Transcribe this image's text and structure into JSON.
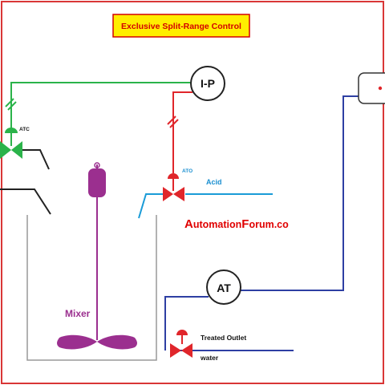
{
  "title": "Exclusive Split-Range Control",
  "ip_label": "I-P",
  "at_label": "AT",
  "atc_label": "ATC",
  "ato_label": "ATO",
  "acid_label": "Acid",
  "mixer_label": "Mixer",
  "watermark_a": "A",
  "watermark_rest1": "utomation",
  "watermark_f": "F",
  "watermark_rest2": "orum.co",
  "treated_outlet_label": "Treated Outlet",
  "water_label": "water",
  "colors": {
    "frame": "#d93636",
    "title_bg": "#ffee00",
    "title_text": "#d40000",
    "green_line": "#2bb34a",
    "red_line": "#e0262b",
    "blue_line": "#2e3fa3",
    "acid_line": "#1a9bd7",
    "mixer": "#9b2f8f",
    "acid_text": "#1a8fd0",
    "brand_red": "#e00000"
  }
}
